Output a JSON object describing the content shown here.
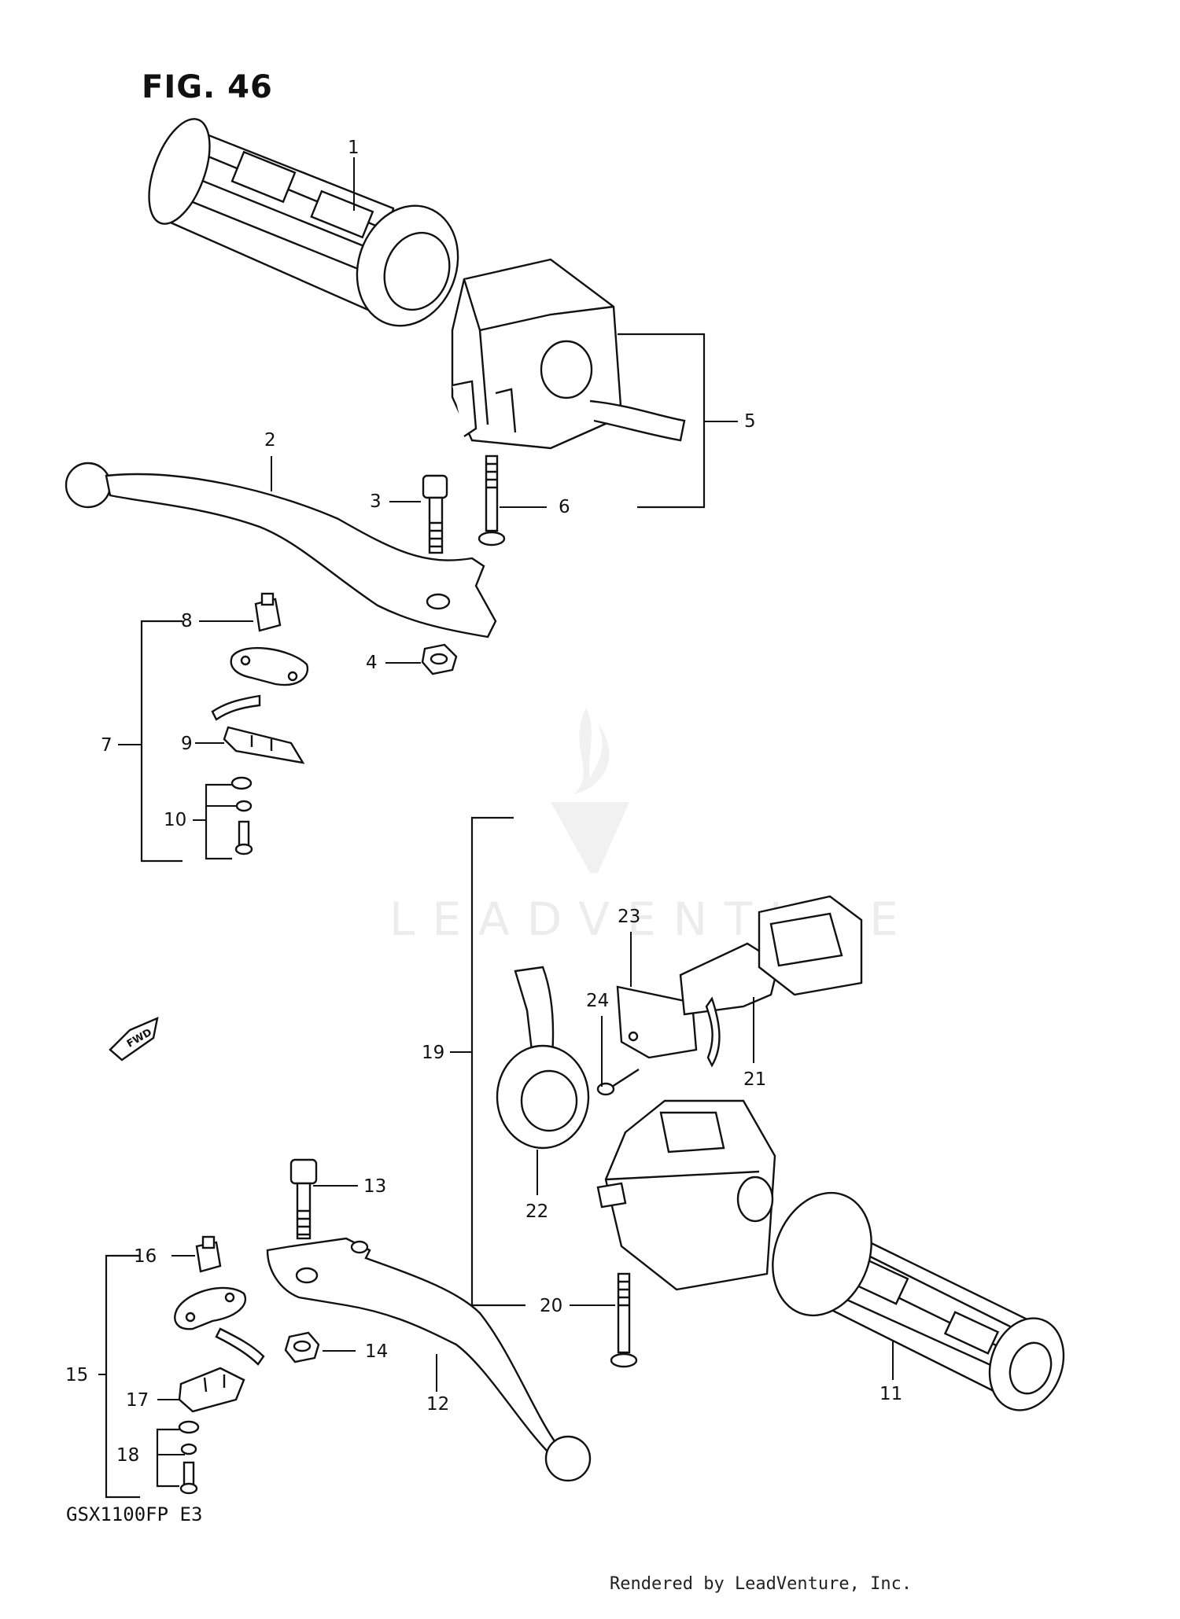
{
  "figure": {
    "title": "FIG. 46",
    "model_code": "GSX1100FP E3"
  },
  "footer": {
    "rendered_by": "Rendered by LeadVenture, Inc."
  },
  "watermark": {
    "brand": "LEADVENTURE"
  },
  "fwd_arrow": {
    "label": "FWD"
  },
  "callouts": [
    "1",
    "2",
    "3",
    "4",
    "5",
    "6",
    "7",
    "8",
    "9",
    "10",
    "11",
    "12",
    "13",
    "14",
    "15",
    "16",
    "17",
    "18",
    "19",
    "20",
    "21",
    "22",
    "23",
    "24"
  ]
}
